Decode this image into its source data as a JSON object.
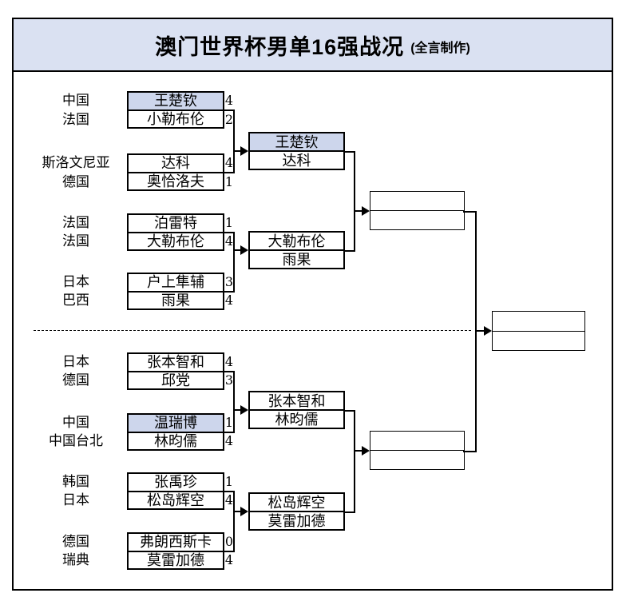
{
  "title": {
    "main": "澳门世界杯男单16强战况",
    "credit": "(全言制作)"
  },
  "colors": {
    "title_fill": "#dae1f2",
    "highlight_fill": "#cdd6ec",
    "line": "#000000"
  },
  "bracket": {
    "round_of_16": [
      {
        "players": [
          {
            "country": "中国",
            "name": "王楚钦",
            "score": "4",
            "highlighted": true
          },
          {
            "country": "法国",
            "name": "小勒布伦",
            "score": "2",
            "highlighted": false
          }
        ]
      },
      {
        "players": [
          {
            "country": "斯洛文尼亚",
            "name": "达科",
            "score": "4",
            "highlighted": false
          },
          {
            "country": "德国",
            "name": "奥恰洛夫",
            "score": "1",
            "highlighted": false
          }
        ]
      },
      {
        "players": [
          {
            "country": "法国",
            "name": "泊雷特",
            "score": "1",
            "highlighted": false
          },
          {
            "country": "法国",
            "name": "大勒布伦",
            "score": "4",
            "highlighted": false
          }
        ]
      },
      {
        "players": [
          {
            "country": "日本",
            "name": "户上隼辅",
            "score": "3",
            "highlighted": false
          },
          {
            "country": "巴西",
            "name": "雨果",
            "score": "4",
            "highlighted": false
          }
        ]
      },
      {
        "players": [
          {
            "country": "日本",
            "name": "张本智和",
            "score": "4",
            "highlighted": false
          },
          {
            "country": "德国",
            "name": "邱党",
            "score": "3",
            "highlighted": false
          }
        ]
      },
      {
        "players": [
          {
            "country": "中国",
            "name": "温瑞博",
            "score": "1",
            "highlighted": true
          },
          {
            "country": "中国台北",
            "name": "林昀儒",
            "score": "4",
            "highlighted": false
          }
        ]
      },
      {
        "players": [
          {
            "country": "韩国",
            "name": "张禹珍",
            "score": "1",
            "highlighted": false
          },
          {
            "country": "日本",
            "name": "松岛辉空",
            "score": "4",
            "highlighted": false
          }
        ]
      },
      {
        "players": [
          {
            "country": "德国",
            "name": "弗朗西斯卡",
            "score": "0",
            "highlighted": false
          },
          {
            "country": "瑞典",
            "name": "莫雷加德",
            "score": "4",
            "highlighted": false
          }
        ]
      }
    ],
    "quarterfinals": [
      {
        "players": [
          {
            "name": "王楚钦",
            "highlighted": true
          },
          {
            "name": "达科",
            "highlighted": false
          }
        ]
      },
      {
        "players": [
          {
            "name": "大勒布伦",
            "highlighted": false
          },
          {
            "name": "雨果",
            "highlighted": false
          }
        ]
      },
      {
        "players": [
          {
            "name": "张本智和",
            "highlighted": false
          },
          {
            "name": "林昀儒",
            "highlighted": false
          }
        ]
      },
      {
        "players": [
          {
            "name": "松岛辉空",
            "highlighted": false
          },
          {
            "name": "莫雷加德",
            "highlighted": false
          }
        ]
      }
    ],
    "semifinals": [
      {
        "players": [
          {
            "name": ""
          },
          {
            "name": ""
          }
        ]
      },
      {
        "players": [
          {
            "name": ""
          },
          {
            "name": ""
          }
        ]
      }
    ],
    "final": {
      "players": [
        {
          "name": ""
        },
        {
          "name": ""
        }
      ]
    }
  }
}
